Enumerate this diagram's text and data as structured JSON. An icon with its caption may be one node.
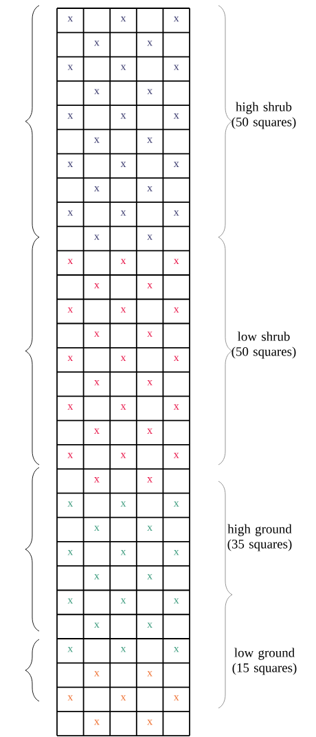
{
  "diagram": {
    "labels": [
      "x",
      "x",
      "x",
      "x",
      "x",
      "x",
      "x",
      "x",
      "x",
      "x",
      "x",
      "x",
      "x",
      "high shrub (50 squares)",
      "x",
      "x",
      "x",
      "x",
      "x",
      "x",
      "x",
      "x",
      "x",
      "x",
      "x",
      "x",
      "x",
      "x",
      "x",
      "x",
      "x",
      "x",
      "x",
      "x",
      "x",
      "x",
      "low shrub (50 squares)",
      "x",
      "x",
      "x",
      "x",
      "x",
      "x",
      "x",
      "x",
      "x",
      "x",
      "x",
      "x",
      "x",
      "x",
      "x",
      "x",
      "x",
      "x",
      "x",
      "x",
      "high ground (35 squares)",
      "x",
      "x",
      "x",
      "x",
      "x",
      "x",
      "x",
      "x",
      "x",
      "x",
      "x",
      "x",
      "x",
      "low ground (15 squares)",
      "x",
      "x",
      "x",
      "x",
      "x",
      "x",
      "x"
    ]
  }
}
